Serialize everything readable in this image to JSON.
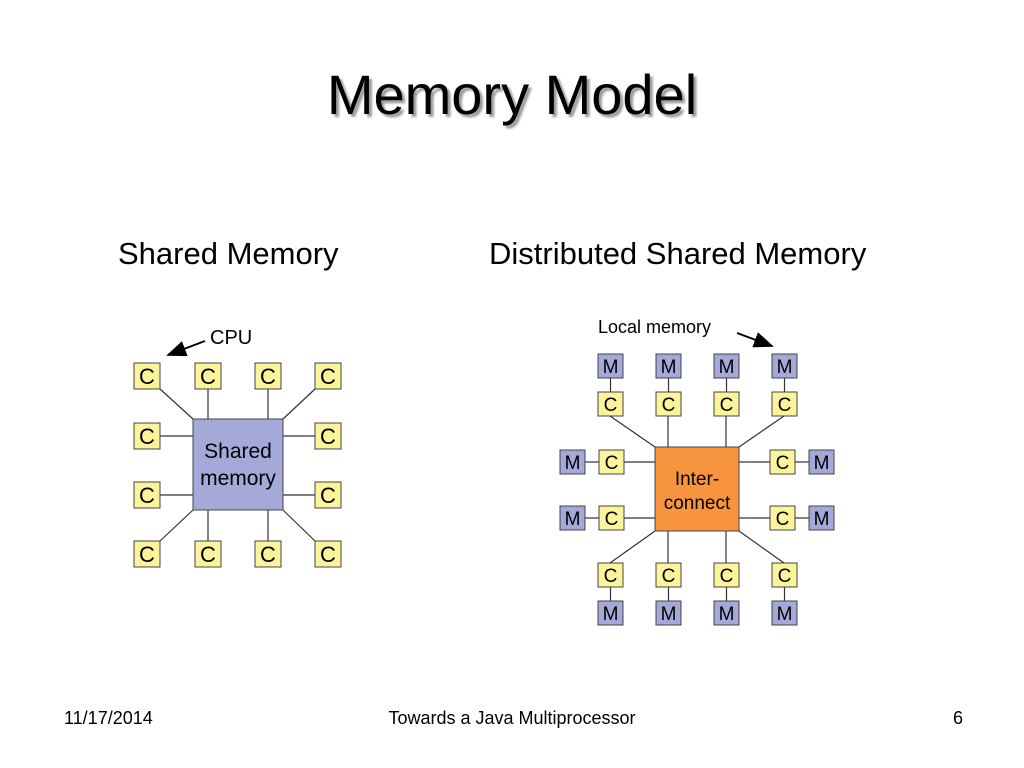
{
  "slide": {
    "title": "Memory Model",
    "left_heading": "Shared Memory",
    "right_heading": "Distributed Shared Memory"
  },
  "shared_diagram": {
    "cpu_callout": "CPU",
    "center_line1": "Shared",
    "center_line2": "memory",
    "cpu_label": "C",
    "center_color": "#a4a9d9",
    "cpu_color": "#fbf49b"
  },
  "distributed_diagram": {
    "local_memory_callout": "Local memory",
    "center_line1": "Inter-",
    "center_line2": "connect",
    "cpu_label": "C",
    "memory_label": "M",
    "center_color": "#f7943d",
    "cpu_color": "#fbf49b",
    "memory_color": "#a4a9d9"
  },
  "footer": {
    "date": "11/17/2014",
    "center": "Towards a Java Multiprocessor",
    "page": "6"
  }
}
